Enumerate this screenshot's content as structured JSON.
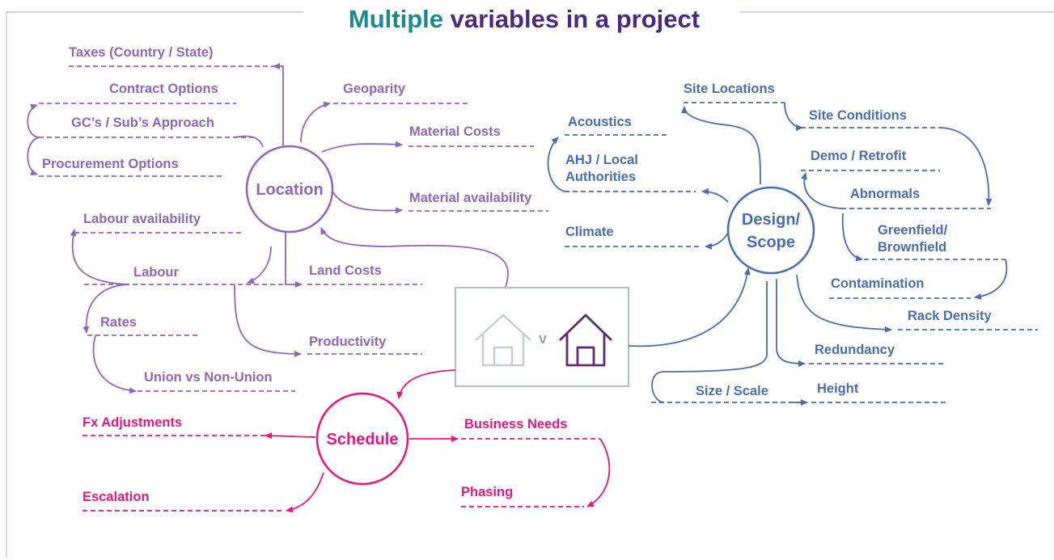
{
  "title": {
    "part1": "Multiple",
    "part2": "variables in a project"
  },
  "colors": {
    "location": "#8e67b8",
    "design": "#4a6cb3",
    "schedule": "#e5177e",
    "title_accent": "#1a8a8c",
    "title_main": "#4b2a7b",
    "frame": "#b8bec3"
  },
  "location": {
    "hub": "Location",
    "items": {
      "taxes": "Taxes (Country / State)",
      "contract": "Contract Options",
      "gc": "GC’s / Sub’s Approach",
      "procurement": "Procurement Options",
      "geoparity": "Geoparity",
      "material_costs": "Material Costs",
      "material_availability": "Material availability",
      "labour_availability": "Labour availability",
      "labour": "Labour",
      "rates": "Rates",
      "union": "Union vs Non-Union",
      "land_costs": "Land Costs",
      "productivity": "Productivity"
    }
  },
  "design": {
    "hub_line1": "Design/",
    "hub_line2": "Scope",
    "items": {
      "site_locations": "Site Locations",
      "site_conditions": "Site Conditions",
      "acoustics": "Acoustics",
      "ahj_line1": "AHJ / Local",
      "ahj_line2": "Authorities",
      "climate": "Climate",
      "demo": "Demo / Retrofit",
      "abnormals": "Abnormals",
      "greenfield_line1": "Greenfield/",
      "greenfield_line2": "Brownfield",
      "contamination": "Contamination",
      "rack_density": "Rack Density",
      "redundancy": "Redundancy",
      "size": "Size / Scale",
      "height": "Height"
    }
  },
  "schedule": {
    "hub": "Schedule",
    "items": {
      "fx": "Fx Adjustments",
      "escalation": "Escalation",
      "business_needs": "Business Needs",
      "phasing": "Phasing"
    }
  },
  "comparison": {
    "separator": "v",
    "icons": [
      "house-outline-icon",
      "house-solid-icon"
    ]
  }
}
